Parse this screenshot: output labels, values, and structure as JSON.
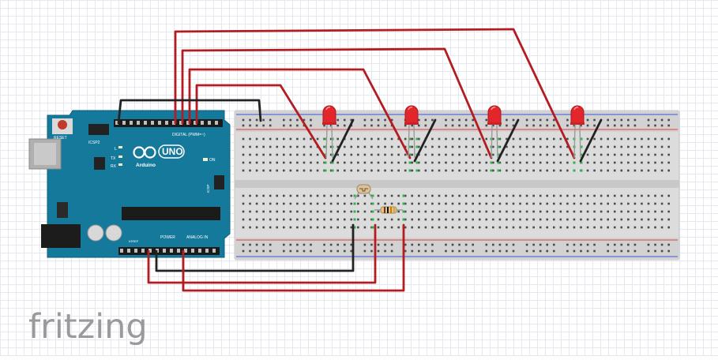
{
  "app": {
    "logo_text": "fritzing"
  },
  "arduino": {
    "brand": "Arduino",
    "model": "UNO",
    "labels": {
      "reset": "RESET",
      "icsp2": "ICSP2",
      "l": "L",
      "tx": "TX",
      "rx": "RX",
      "on": "ON",
      "icsp": "ICSP",
      "digital": "DIGITAL (PWM=~)",
      "power": "POWER",
      "analog_in": "ANALOG IN",
      "ioref": "IOREF"
    }
  },
  "components": {
    "leds": [
      {
        "name": "LED 1",
        "color": "#e3262b"
      },
      {
        "name": "LED 2",
        "color": "#e3262b"
      },
      {
        "name": "LED 3",
        "color": "#e3262b"
      },
      {
        "name": "LED 4",
        "color": "#e3262b"
      }
    ],
    "photoresistor": {
      "name": "photocell"
    },
    "resistor": {
      "name": "resistor"
    }
  },
  "colors": {
    "board": "#15799b",
    "wire_red": "#b31d22",
    "wire_black": "#222222",
    "rail_red": "#e25b5b",
    "rail_blue": "#5b6fd6",
    "logo": "#9a9a9a"
  }
}
